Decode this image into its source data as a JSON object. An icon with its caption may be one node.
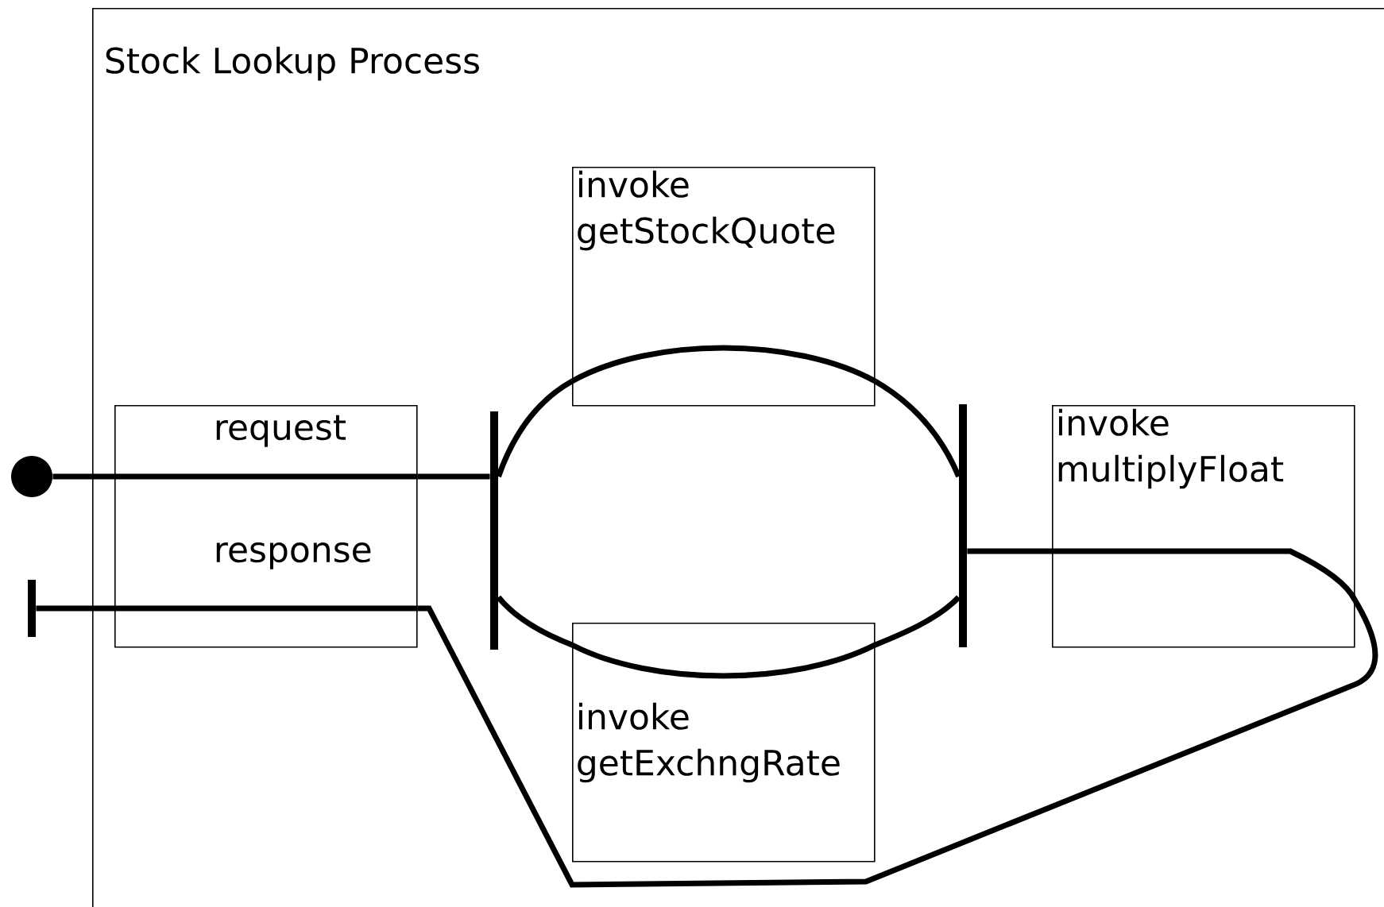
{
  "diagram": {
    "nodes": [
      {
        "text": [
          "Stock Lookup Process"
        ]
      },
      {
        "text": [
          "request",
          "response"
        ],
        "in": 0
      },
      {
        "text": [
          "invoke getStockQuote"
        ],
        "in": 0
      },
      {
        "text": [
          "invoke getExchngRate"
        ],
        "in": 0
      },
      {
        "text": [
          "invoke multiplyFloat"
        ],
        "in": 0
      },
      {
        "text": [],
        "shape": "bar",
        "in": 0
      },
      {
        "text": [],
        "shape": "bar",
        "in": 0
      },
      {
        "text": [],
        "shape": "circle"
      },
      {
        "text": [],
        "shape": "bar"
      }
    ],
    "edges": [
      {
        "from": 7,
        "to": 1,
        "arrow": "none"
      },
      {
        "from": 1,
        "to": 5,
        "arrow": "none"
      },
      {
        "from": 5,
        "to": 2,
        "arrow": "none"
      },
      {
        "from": 2,
        "to": 6,
        "arrow": "none"
      },
      {
        "from": 5,
        "to": 3,
        "arrow": "none"
      },
      {
        "from": 3,
        "to": 6,
        "arrow": "none"
      },
      {
        "from": 6,
        "to": 4,
        "arrow": "none"
      },
      {
        "from": 4,
        "to": 1,
        "arrow": "none"
      },
      {
        "from": 1,
        "to": 8,
        "arrow": "none"
      }
    ]
  }
}
